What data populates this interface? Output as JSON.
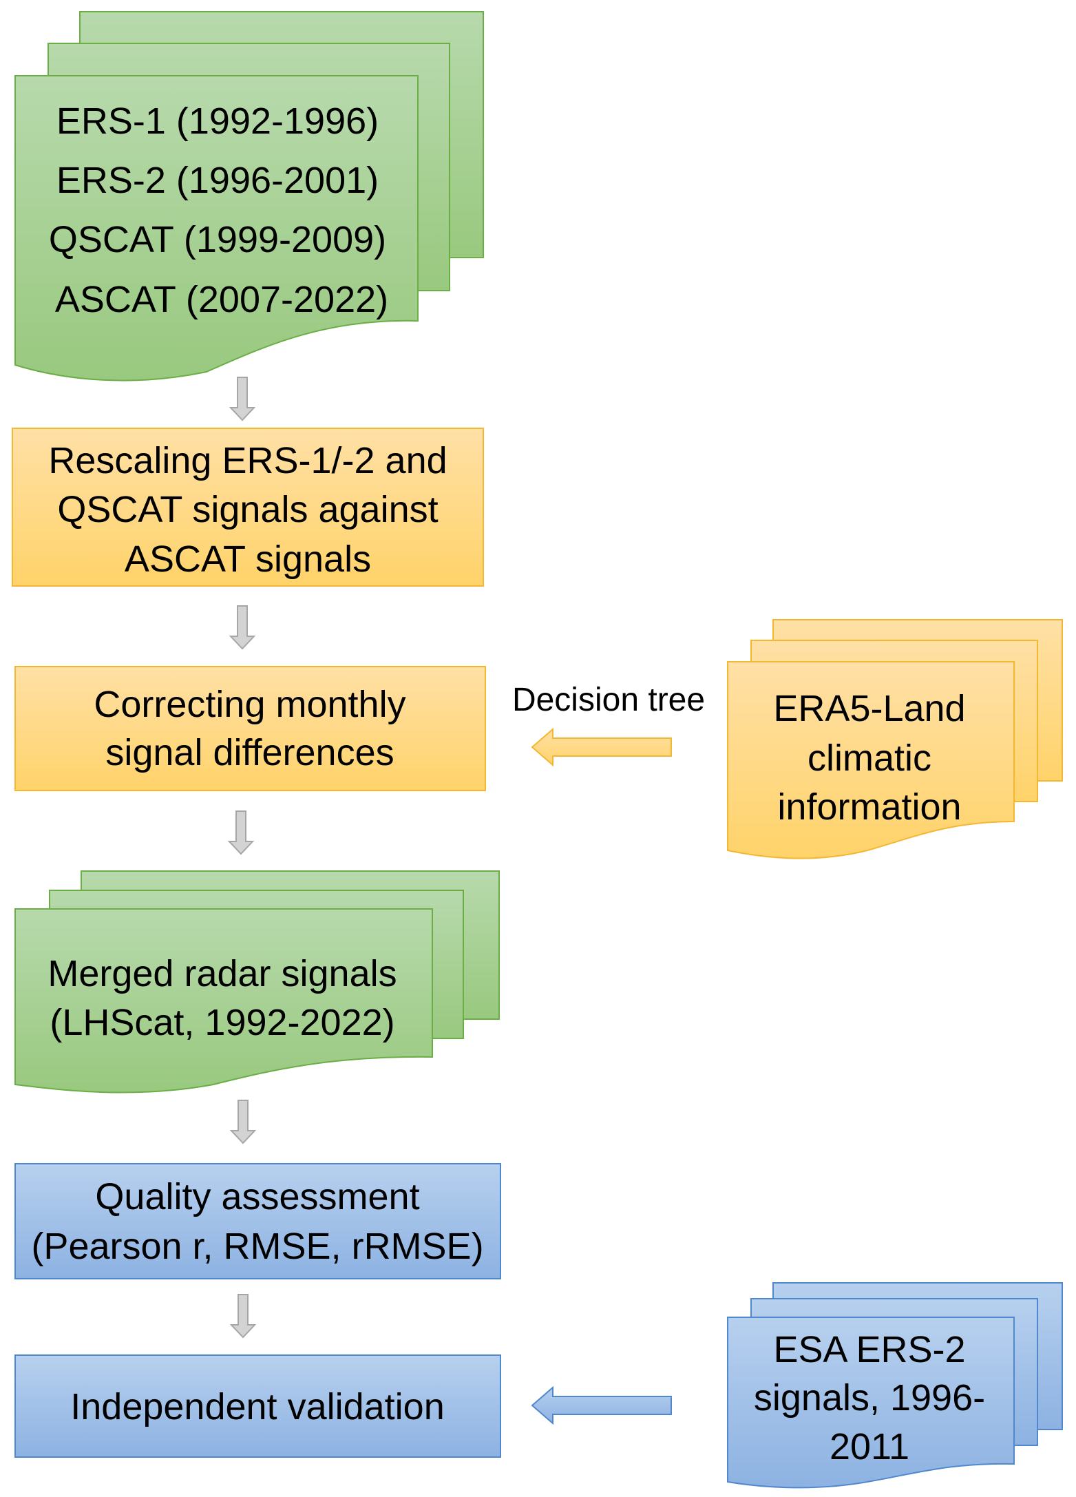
{
  "colors": {
    "green_top": "#b7d9ac",
    "green_bottom": "#99c97f",
    "green_stroke": "#6aae45",
    "orange_top": "#ffe0a6",
    "orange_bottom": "#ffd36a",
    "orange_stroke": "#f4b731",
    "blue_top": "#b7d0ee",
    "blue_bottom": "#8db2e2",
    "blue_stroke": "#4f88cc",
    "gray_arrow_fill": "#d3d3d3",
    "gray_arrow_stroke": "#a6a6a6"
  },
  "inputs": {
    "sensors": {
      "lines": [
        "ERS-1 (1992-1996)",
        "ERS-2 (1996-2001)",
        "QSCAT (1999-2009)",
        "ASCAT (2007-2022)"
      ]
    },
    "era5": {
      "lines": [
        "ERA5-Land",
        "climatic",
        "information"
      ]
    },
    "esa": {
      "lines": [
        "ESA ERS-2",
        "signals, 1996-",
        "2011"
      ]
    }
  },
  "steps": {
    "rescaling": {
      "lines": [
        "Rescaling ERS-1/-2 and",
        "QSCAT signals against",
        "ASCAT signals"
      ]
    },
    "correcting": {
      "lines": [
        "Correcting monthly",
        "signal differences"
      ]
    },
    "merged": {
      "lines": [
        "Merged radar signals",
        "(LHScat, 1992-2022)"
      ]
    },
    "quality": {
      "lines": [
        "Quality assessment",
        "(Pearson r, RMSE, rRMSE)"
      ]
    },
    "validation": {
      "lines": [
        "Independent validation"
      ]
    }
  },
  "edge_labels": {
    "decision_tree": "Decision tree"
  }
}
